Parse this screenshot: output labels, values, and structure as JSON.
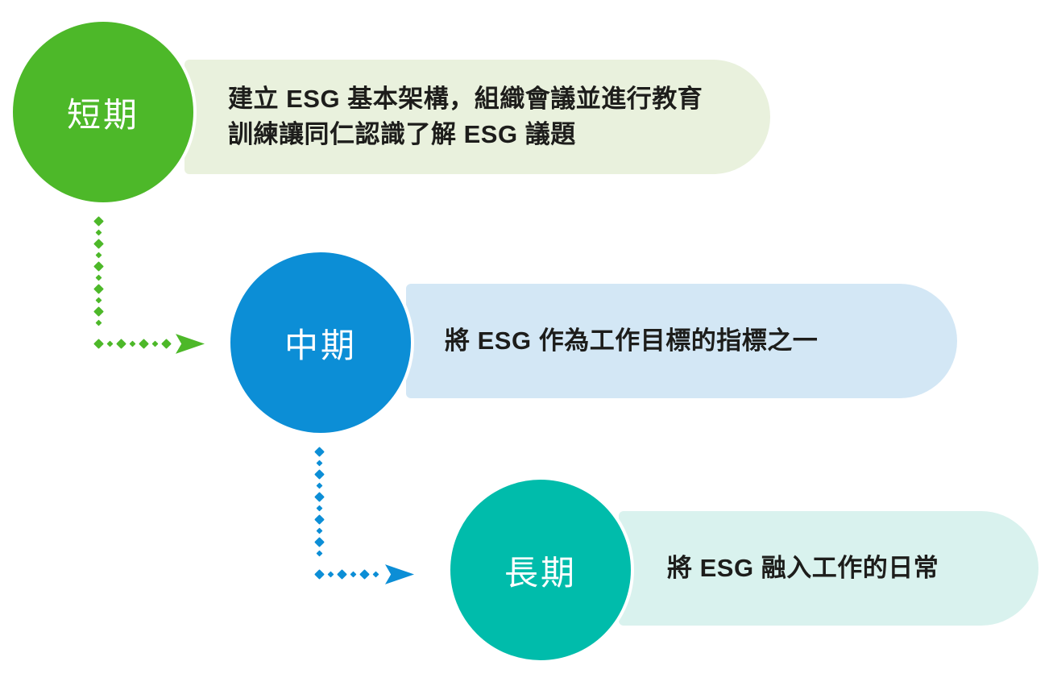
{
  "diagram": {
    "title_semantic": "ESG roadmap: short / mid / long term goals",
    "text_color": "#1d1d1b",
    "background_color": "#ffffff",
    "stages": [
      {
        "id": "short-term",
        "label": "短期",
        "desc_lines": [
          "建立 ESG 基本架構，組織會議並進行教育",
          "訓練讓同仁認識了解 ESG 議題"
        ],
        "circle_color": "#4db829",
        "box_color": "#e9f1dd",
        "label_color": "#ffffff"
      },
      {
        "id": "mid-term",
        "label": "中期",
        "desc_lines": [
          "將 ESG 作為工作目標的指標之一"
        ],
        "circle_color": "#0c8ed6",
        "box_color": "#d3e7f5",
        "label_color": "#ffffff"
      },
      {
        "id": "long-term",
        "label": "長期",
        "desc_lines": [
          "將 ESG 融入工作的日常"
        ],
        "circle_color": "#00bcab",
        "box_color": "#d9f2ee",
        "label_color": "#ffffff"
      }
    ],
    "connectors": [
      {
        "from": "short-term",
        "to": "mid-term",
        "color": "#4db829"
      },
      {
        "from": "mid-term",
        "to": "long-term",
        "color": "#0c8ed6"
      }
    ]
  }
}
